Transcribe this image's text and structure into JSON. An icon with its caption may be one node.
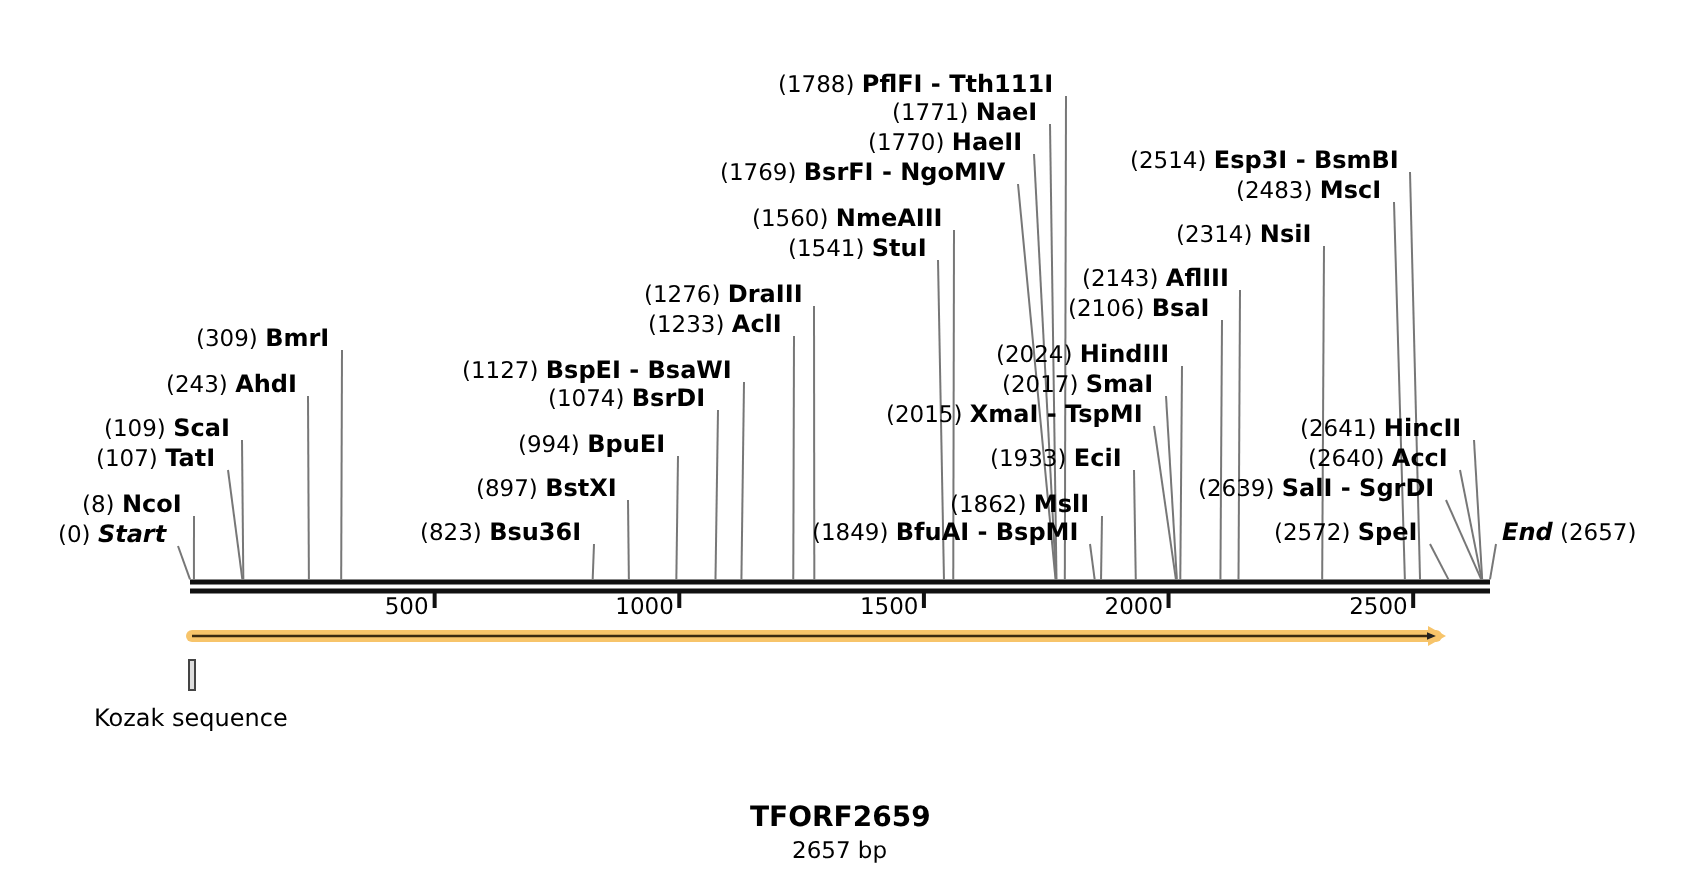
{
  "diagram": {
    "title": "TFORF2659",
    "caption": "2657 bp",
    "nodes": [
      {
        "text": [
          "(1788) **PflFI - Tth111I**"
        ]
      },
      {
        "text": [
          "(1771) **NaeI**"
        ]
      },
      {
        "text": [
          "(1770) **HaeII**"
        ]
      },
      {
        "text": [
          "(1769) **BsrFI - NgoMIV**"
        ]
      },
      {
        "text": [
          "(2514) **Esp3I - BsmBI**"
        ]
      },
      {
        "text": [
          "(2483) **MscI**"
        ]
      },
      {
        "text": [
          "(1560) **NmeAIII**"
        ]
      },
      {
        "text": [
          "(2314) **NsiI**"
        ]
      },
      {
        "text": [
          "(1541) **StuI**"
        ]
      },
      {
        "text": [
          "(2143) **AflIII**"
        ]
      },
      {
        "text": [
          "(1276) **DraIII**"
        ]
      },
      {
        "text": [
          "(2106) **BsaI**"
        ]
      },
      {
        "text": [
          "(1233) **AclI**"
        ]
      },
      {
        "text": [
          "(309) **BmrI**"
        ]
      },
      {
        "text": [
          "(2024) **HindIII**"
        ]
      },
      {
        "text": [
          "(1127) **BspEI - BsaWI**"
        ]
      },
      {
        "text": [
          "(243) **AhdI**"
        ]
      },
      {
        "text": [
          "(2017) **SmaI**"
        ]
      },
      {
        "text": [
          "(1074) **BsrDI**"
        ]
      },
      {
        "text": [
          "(2015) **XmaI - TspMI**"
        ]
      },
      {
        "text": [
          "(109) **ScaI**"
        ]
      },
      {
        "text": [
          "(2641) **HincII**"
        ]
      },
      {
        "text": [
          "(994) **BpuEI**"
        ]
      },
      {
        "text": [
          "(107) **TatI**"
        ]
      },
      {
        "text": [
          "(1933) **EciI**"
        ]
      },
      {
        "text": [
          "(2640) **AccI**"
        ]
      },
      {
        "text": [
          "(897) **BstXI**"
        ]
      },
      {
        "text": [
          "(2639) **SalI - SgrDI**"
        ]
      },
      {
        "text": [
          "(8) **NcoI**"
        ]
      },
      {
        "text": [
          "(1862) **MslI**"
        ]
      },
      {
        "text": [
          "(0) **Start**"
        ]
      },
      {
        "text": [
          "(823) **Bsu36I**"
        ]
      },
      {
        "text": [
          "(1849) **BfuAI - BspMI**"
        ]
      },
      {
        "text": [
          "(2572) **SpeI**"
        ]
      },
      {
        "text": [
          "**End** (2657)"
        ]
      },
      {
        "text": [],
        "shape": "bar"
      }
    ],
    "edges": [
      {
        "from": 0,
        "to": 35,
        "arrow": "none"
      },
      {
        "from": 1,
        "to": 35,
        "arrow": "none"
      },
      {
        "from": 2,
        "to": 35,
        "arrow": "none"
      },
      {
        "from": 3,
        "to": 35,
        "arrow": "none"
      },
      {
        "from": 4,
        "to": 35,
        "arrow": "none"
      },
      {
        "from": 5,
        "to": 35,
        "arrow": "none"
      },
      {
        "from": 6,
        "to": 35,
        "arrow": "none"
      },
      {
        "from": 7,
        "to": 35,
        "arrow": "none"
      },
      {
        "from": 8,
        "to": 35,
        "arrow": "none"
      },
      {
        "from": 9,
        "to": 35,
        "arrow": "none"
      },
      {
        "from": 10,
        "to": 35,
        "arrow": "none"
      },
      {
        "from": 11,
        "to": 35,
        "arrow": "none"
      },
      {
        "from": 12,
        "to": 35,
        "arrow": "none"
      },
      {
        "from": 13,
        "to": 35,
        "arrow": "none"
      },
      {
        "from": 14,
        "to": 35,
        "arrow": "none"
      },
      {
        "from": 15,
        "to": 35,
        "arrow": "none"
      },
      {
        "from": 16,
        "to": 35,
        "arrow": "none"
      },
      {
        "from": 17,
        "to": 35,
        "arrow": "none"
      },
      {
        "from": 18,
        "to": 35,
        "arrow": "none"
      },
      {
        "from": 19,
        "to": 35,
        "arrow": "none"
      },
      {
        "from": 20,
        "to": 35,
        "arrow": "none"
      },
      {
        "from": 21,
        "to": 35,
        "arrow": "none"
      },
      {
        "from": 22,
        "to": 35,
        "arrow": "none"
      },
      {
        "from": 23,
        "to": 35,
        "arrow": "none"
      },
      {
        "from": 24,
        "to": 35,
        "arrow": "none"
      },
      {
        "from": 25,
        "to": 35,
        "arrow": "none"
      },
      {
        "from": 26,
        "to": 35,
        "arrow": "none"
      },
      {
        "from": 27,
        "to": 35,
        "arrow": "none"
      },
      {
        "from": 28,
        "to": 35,
        "arrow": "none"
      },
      {
        "from": 29,
        "to": 35,
        "arrow": "none"
      },
      {
        "from": 30,
        "to": 35,
        "arrow": "none"
      },
      {
        "from": 31,
        "to": 35,
        "arrow": "none"
      },
      {
        "from": 32,
        "to": 35,
        "arrow": "none"
      },
      {
        "from": 33,
        "to": 35,
        "arrow": "none"
      },
      {
        "from": 34,
        "to": 35,
        "arrow": "none"
      }
    ],
    "labels": [
      "500",
      "1000",
      "1500",
      "2000",
      "2500",
      "Kozak sequence"
    ]
  }
}
